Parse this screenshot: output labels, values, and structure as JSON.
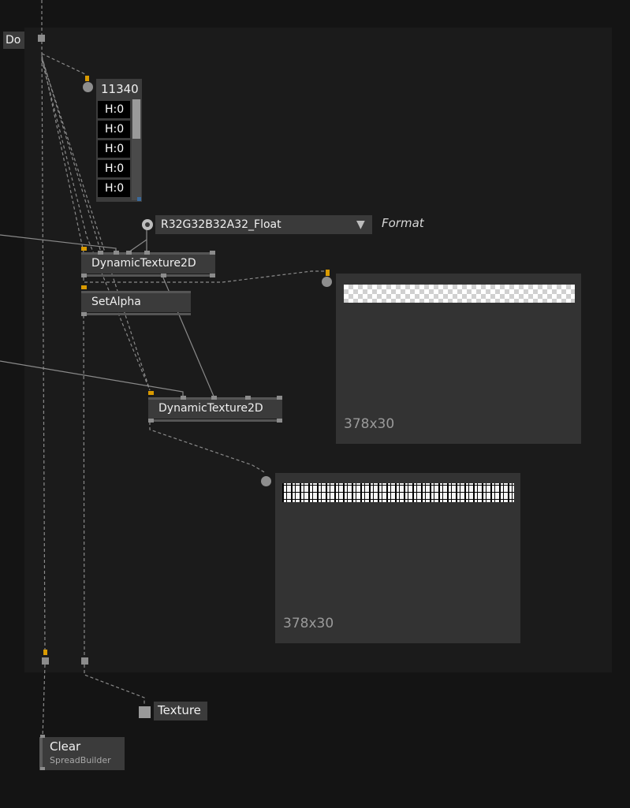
{
  "canvas": {
    "labels": {
      "do_label": "Do",
      "format_label": "Format",
      "texture_label": "Texture"
    },
    "nodes": {
      "dynamic_texture_1": "DynamicTexture2D",
      "set_alpha": "SetAlpha",
      "dynamic_texture_2": "DynamicTexture2D",
      "clear_node": "Clear",
      "clear_node_subtitle": "SpreadBuilder"
    },
    "spread_viewer": {
      "header": "11340",
      "cells": [
        "H:0",
        "H:0",
        "H:0",
        "H:0",
        "H:0"
      ]
    },
    "format_enum": {
      "value": "R32G32B32A32_Float",
      "arrow": "▼"
    },
    "previews": {
      "preview_1_size": "378x30",
      "preview_2_size": "378x30"
    }
  },
  "colors": {
    "background": "#141414",
    "region": "#1b1b1b",
    "node": "#3b3b3b",
    "pin_accent": "#d99a00",
    "wire": "#9a9a9a"
  }
}
